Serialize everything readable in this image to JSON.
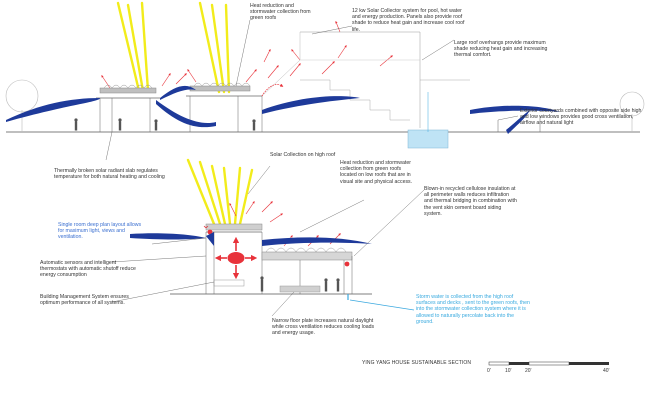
{
  "annotations": {
    "heat_reduction_top": "Heat reduction and stormwater collection from green roofs",
    "solar_collector": "12 kw Solar Collector system for pool, hot water and energy production.  Panels also provide roof shade to reduce heat gain and increase cool roof life.",
    "roof_overhangs": "Large roof overhangs provide maximum shade reducing heat gain and increasing thermal comfort.",
    "exterior_courtyards": "Exterior courtyards combined with opposite side high and low windows provides good cross ventilation, airflow and natural light",
    "radiant_slab": "Thermally broken solar radiant slab regulates temperature for both natural heating  and cooling",
    "solar_high_roof": "Solar Collection on high roof",
    "heat_reduction_low": "Heat reduction and stormwater collection from green roofs located on low roofs that are in visual site and physical access.",
    "cellulose": "Blown-in recycled cellulose insulation at all perimeter walls reduces infiltration and thermal bridging in combination with the vent skin cement board siding system.",
    "deep_plan": "Single room deep plan layout allows for maximum light, views and ventilation.",
    "sensors": "Automatic sensors and intelligent thermostats with automatic shutoff reduce energy consumption",
    "bms": "Building Management System ensures optimum performance of all systems.",
    "floor_plate": "Narrow floor plate increases natural daylight while cross ventilation reduces cooling loads and energy usage.",
    "storm_water": "Storm water is collected from the high roof surfaces and decks , sent to the green roofs, then into the stormwater collection system where it is allowed to naturally percolate back into the ground."
  },
  "footer": {
    "title": "YING YANG HOUSE SUSTAINABLE SECTION",
    "scale_labels": [
      "0'",
      "10'",
      "20'",
      "40'"
    ]
  },
  "colors": {
    "sun_ray": "#f2ec1b",
    "air_flow": "#1e3a9a",
    "heat_arrow": "#e8323a",
    "water": "#3aa8df",
    "blue_text": "#3a6fd0",
    "cyan_text": "#37a9df",
    "line": "#555555"
  }
}
